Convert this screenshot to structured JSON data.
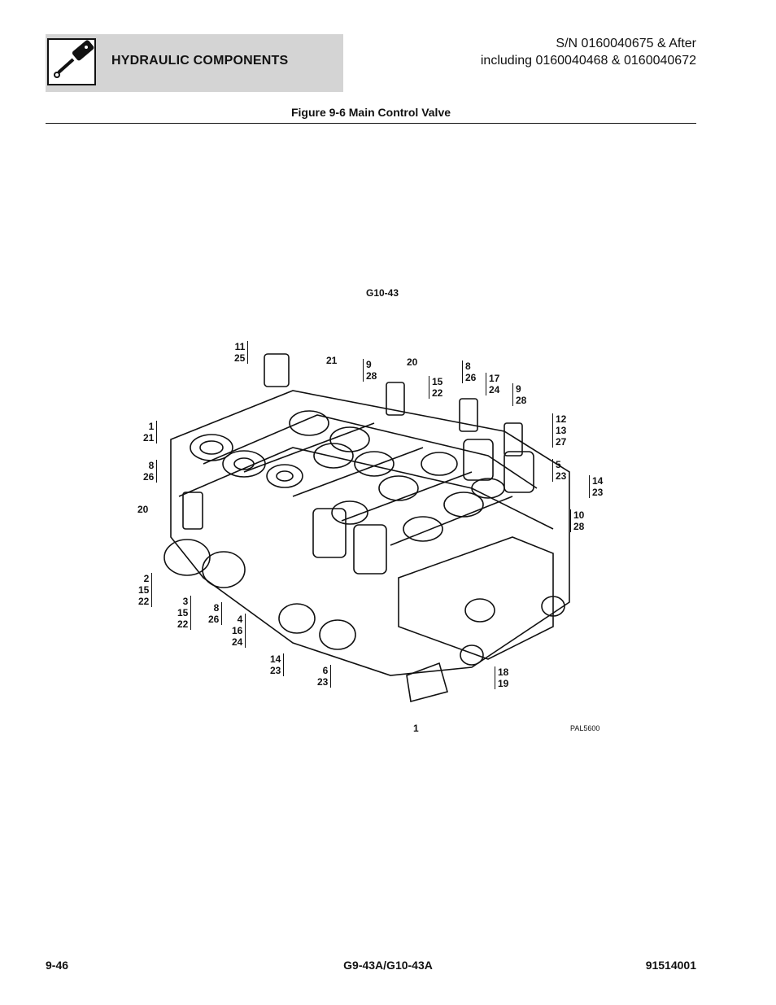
{
  "header": {
    "section_title": "HYDRAULIC COMPONENTS",
    "serial_line1": "S/N 0160040675 & After",
    "serial_line2": "including 0160040468 & 0160040672"
  },
  "figure": {
    "title": "Figure 9-6 Main Control Valve",
    "model_label": "G10-43",
    "drawing_id": "PAL5600",
    "callouts": [
      {
        "text": "11\n25"
      },
      {
        "text": "21"
      },
      {
        "text": "9\n28"
      },
      {
        "text": "20"
      },
      {
        "text": "8\n26"
      },
      {
        "text": "15\n22"
      },
      {
        "text": "17\n24"
      },
      {
        "text": "9\n28"
      },
      {
        "text": "1\n21"
      },
      {
        "text": "8\n26"
      },
      {
        "text": "12\n13\n27"
      },
      {
        "text": "5\n23"
      },
      {
        "text": "14\n23"
      },
      {
        "text": "20"
      },
      {
        "text": "10\n28"
      },
      {
        "text": "2\n15\n22"
      },
      {
        "text": "3\n15\n22"
      },
      {
        "text": "8\n26"
      },
      {
        "text": "4\n16\n24"
      },
      {
        "text": "14\n23"
      },
      {
        "text": "6\n23"
      },
      {
        "text": "18\n19"
      },
      {
        "text": "1"
      }
    ]
  },
  "footer": {
    "page_number": "9-46",
    "model": "G9-43A/G10-43A",
    "doc_number": "91514001"
  }
}
